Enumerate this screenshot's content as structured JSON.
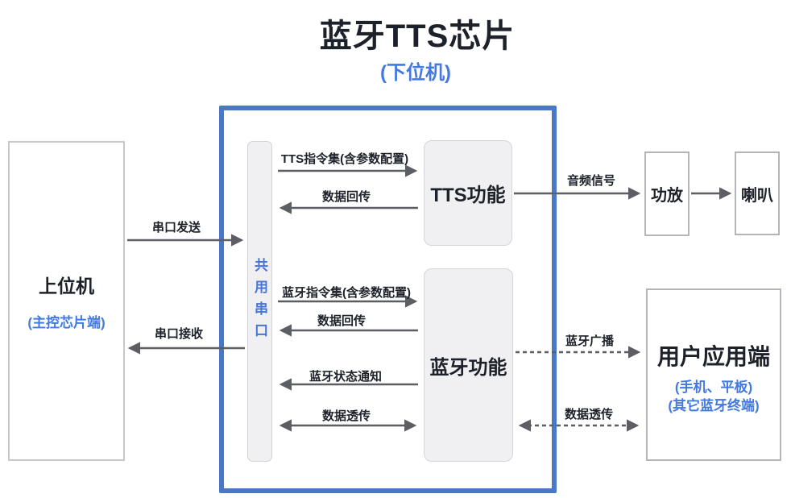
{
  "title": "蓝牙TTS芯片",
  "subtitle": "(下位机)",
  "colors": {
    "accent_text_blue": "#4379e0",
    "chip_border_blue": "#4a78c9",
    "arrow_gray": "#5c5e63",
    "node_fill_gray": "#f0f0f2",
    "text_dark": "#1d2129"
  },
  "nodes": {
    "host": {
      "label": "上位机",
      "sublabel": "(主控芯片端)"
    },
    "shared_uart": {
      "label": "共用串口"
    },
    "tts": {
      "label": "TTS功能"
    },
    "bluetooth": {
      "label": "蓝牙功能"
    },
    "amplifier": {
      "label": "功放"
    },
    "speaker": {
      "label": "喇叭"
    },
    "user_app": {
      "label": "用户应用端",
      "sublabel1": "(手机、平板)",
      "sublabel2": "(其它蓝牙终端)"
    }
  },
  "edges": {
    "uart_send": "串口发送",
    "uart_receive": "串口接收",
    "tts_command_set": "TTS指令集(含参数配置)",
    "tts_data_return": "数据回传",
    "bt_command_set": "蓝牙指令集(含参数配置)",
    "bt_data_return": "数据回传",
    "bt_status_notify": "蓝牙状态通知",
    "bt_data_passthrough": "数据透传",
    "audio_signal": "音频信号",
    "bt_broadcast": "蓝牙广播",
    "ext_data_passthrough": "数据透传"
  }
}
